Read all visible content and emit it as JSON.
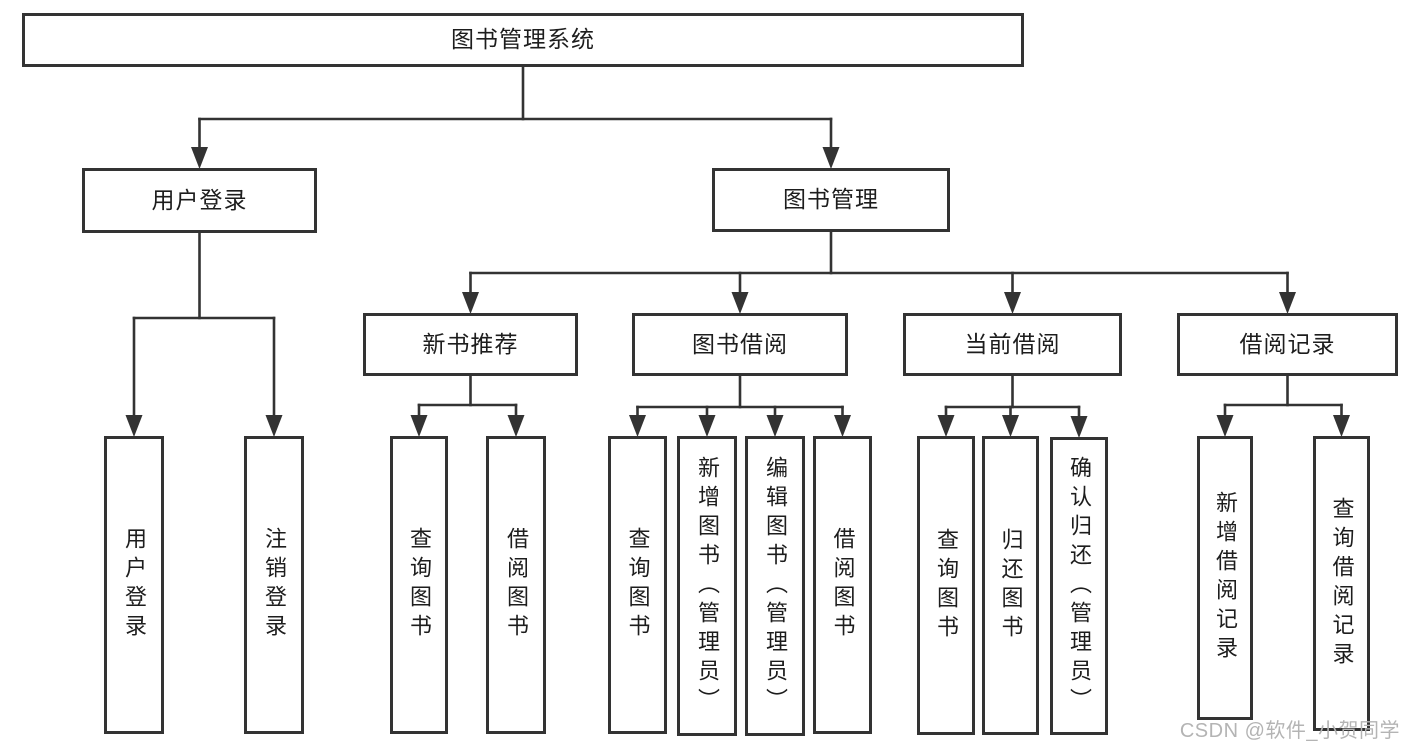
{
  "nodes": {
    "root": "图书管理系统",
    "user_login": "用户登录",
    "book_mgmt": "图书管理",
    "new_book_rec": "新书推荐",
    "book_borrow": "图书借阅",
    "current_borrow": "当前借阅",
    "borrow_records": "借阅记录",
    "ul_login": "用户登录",
    "ul_logout": "注销登录",
    "nbr_query": "查询图书",
    "nbr_borrow": "借阅图书",
    "bb_query": "查询图书",
    "bb_add": "新增图书（管理员）",
    "bb_edit": "编辑图书（管理员）",
    "bb_borrow": "借阅图书",
    "cb_query": "查询图书",
    "cb_return": "归还图书",
    "cb_confirm": "确认归还（管理员）",
    "br_add": "新增借阅记录",
    "br_query": "查询借阅记录"
  },
  "edges": {
    "root": [
      "user_login",
      "book_mgmt"
    ],
    "user_login": [
      "ul_login",
      "ul_logout"
    ],
    "book_mgmt": [
      "new_book_rec",
      "book_borrow",
      "current_borrow",
      "borrow_records"
    ],
    "new_book_rec": [
      "nbr_query",
      "nbr_borrow"
    ],
    "book_borrow": [
      "bb_query",
      "bb_add",
      "bb_edit",
      "bb_borrow"
    ],
    "current_borrow": [
      "cb_query",
      "cb_return",
      "cb_confirm"
    ],
    "borrow_records": [
      "br_add",
      "br_query"
    ]
  },
  "watermark": {
    "text": "CSDN @软件_小贺同学"
  },
  "colors": {
    "line": "#333333",
    "text": "#1d1d1d",
    "box_background": "#ffffff",
    "page_background": "#ffffff",
    "watermark": "#b4b4b4"
  }
}
